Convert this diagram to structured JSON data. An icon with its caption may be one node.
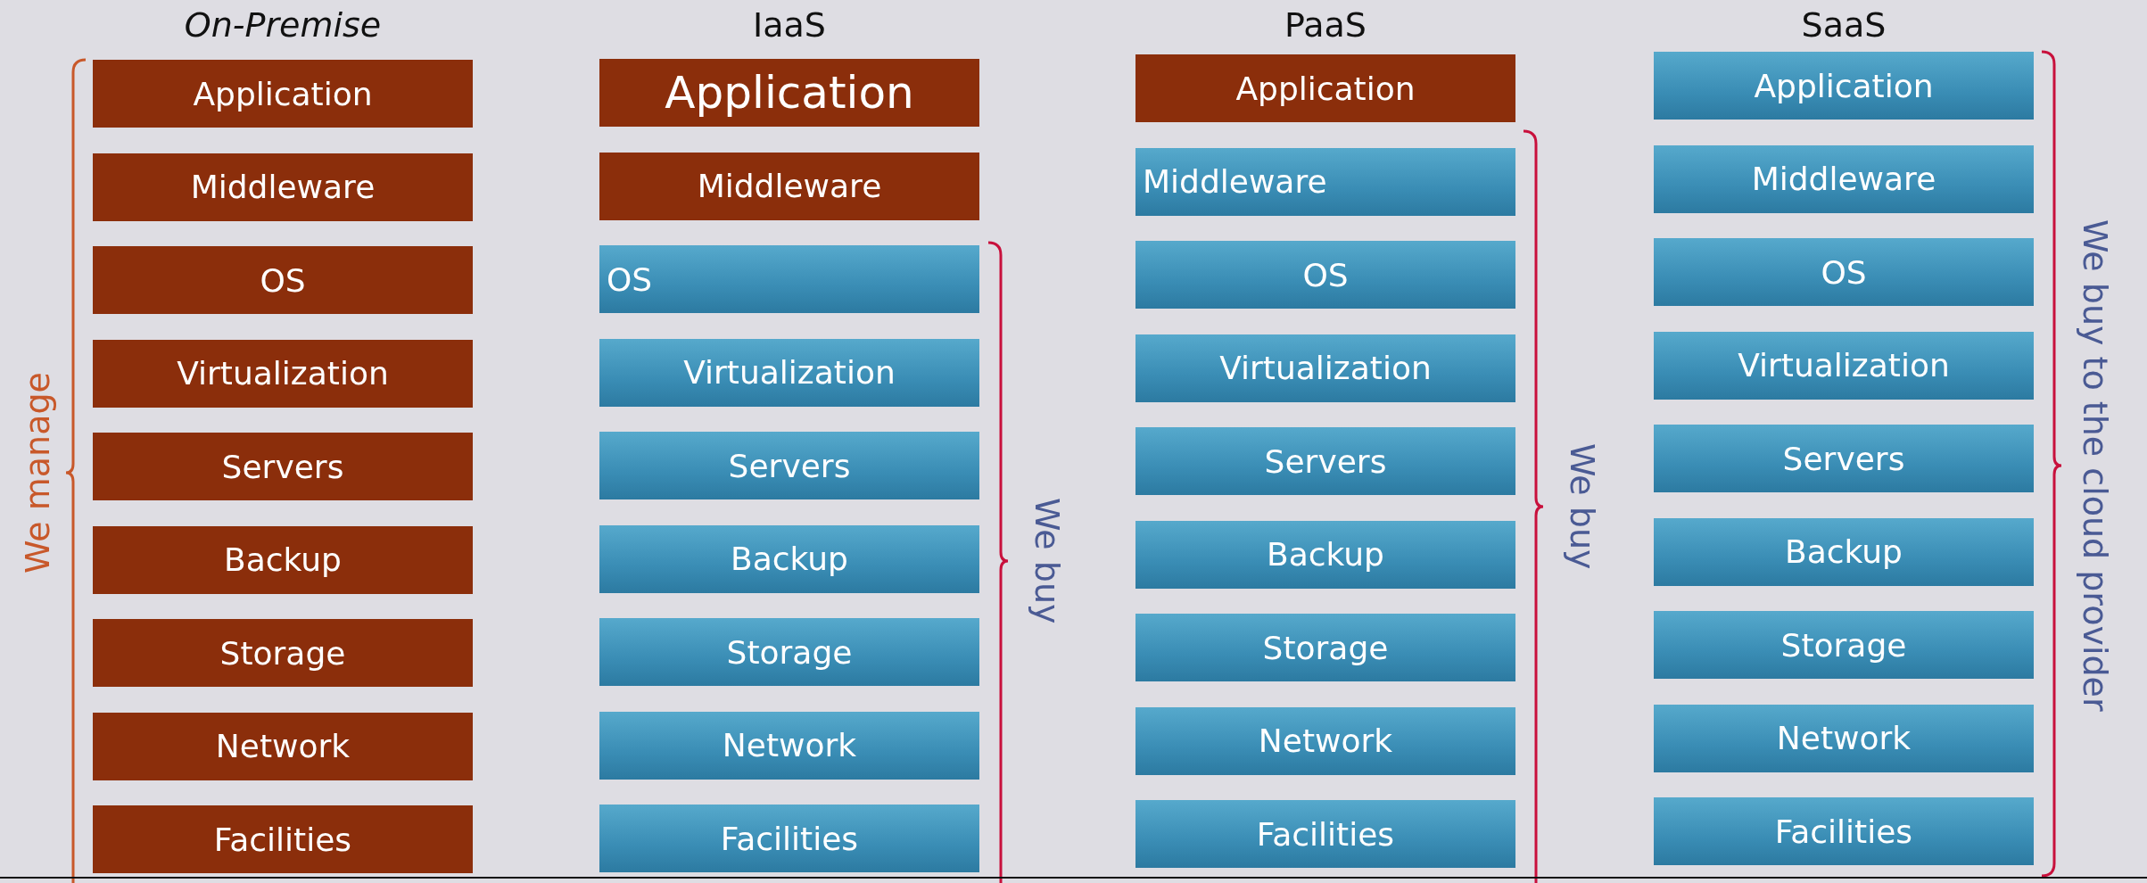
{
  "diagram": {
    "nodes": [
      {
        "text": [
          "Application"
        ]
      },
      {
        "text": [
          "Middleware"
        ]
      },
      {
        "text": [
          "OS"
        ]
      },
      {
        "text": [
          "Virtualization"
        ]
      },
      {
        "text": [
          "Servers"
        ]
      },
      {
        "text": [
          "Backup"
        ]
      },
      {
        "text": [
          "Storage"
        ]
      },
      {
        "text": [
          "Network"
        ]
      },
      {
        "text": [
          "Facilities"
        ]
      },
      {
        "text": [
          "Application"
        ]
      },
      {
        "text": [
          "Middleware"
        ]
      },
      {
        "text": [
          "OS"
        ]
      },
      {
        "text": [
          "Virtualization"
        ]
      },
      {
        "text": [
          "Servers"
        ]
      },
      {
        "text": [
          "Backup"
        ]
      },
      {
        "text": [
          "Storage"
        ]
      },
      {
        "text": [
          "Network"
        ]
      },
      {
        "text": [
          "Facilities"
        ]
      },
      {
        "text": [
          "Application"
        ]
      },
      {
        "text": [
          "Middleware"
        ]
      },
      {
        "text": [
          "OS"
        ]
      },
      {
        "text": [
          "Virtualization"
        ]
      },
      {
        "text": [
          "Servers"
        ]
      },
      {
        "text": [
          "Backup"
        ]
      },
      {
        "text": [
          "Storage"
        ]
      },
      {
        "text": [
          "Network"
        ]
      },
      {
        "text": [
          "Facilities"
        ]
      },
      {
        "text": [
          "Application"
        ]
      },
      {
        "text": [
          "Middleware"
        ]
      },
      {
        "text": [
          "OS"
        ]
      },
      {
        "text": [
          "Virtualization"
        ]
      },
      {
        "text": [
          "Servers"
        ]
      },
      {
        "text": [
          "Backup"
        ]
      },
      {
        "text": [
          "Storage"
        ]
      },
      {
        "text": [
          "Network"
        ]
      },
      {
        "text": [
          "Facilities"
        ]
      }
    ],
    "edges": [],
    "labels": [
      "On-Premise",
      "IaaS",
      "PaaS",
      "SaaS",
      "We manage",
      "We buy",
      "We buy",
      "We buy to the cloud provider"
    ]
  }
}
